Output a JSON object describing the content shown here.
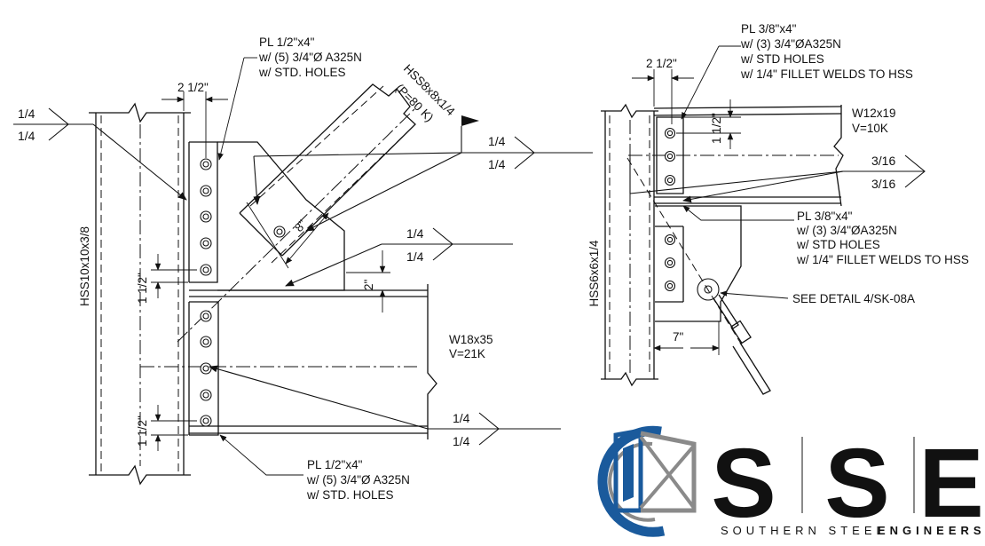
{
  "left_detail": {
    "column_label": "HSS10x10x3/8",
    "brace_label": "HSS8x8x1/4",
    "brace_load": "(P=80 K)",
    "top_plate": [
      "PL 1/2\"x4\"",
      "w/ (5) 3/4\"Ø A325N",
      "w/ STD. HOLES"
    ],
    "bottom_plate": [
      "PL 1/2\"x4\"",
      "w/ (5) 3/4\"Ø A325N",
      "w/ STD. HOLES"
    ],
    "beam_label": "W18x35",
    "beam_shear": "V=21K",
    "dims": {
      "edge_top": "2 1/2\"",
      "spacing_upper": "1 1/2\"",
      "spacing_lower": "1 1/2\"",
      "gusset_gap": "2\"",
      "brace_bolt": "8\""
    },
    "welds": {
      "column_top": [
        "1/4",
        "1/4"
      ],
      "brace": [
        "1/4",
        "1/4"
      ],
      "gusset": [
        "1/4",
        "1/4"
      ],
      "beam_bottom": [
        "1/4",
        "1/4"
      ]
    }
  },
  "right_detail": {
    "column_label": "HSS6x6x1/4",
    "beam_label": "W12x19",
    "beam_shear": "V=10K",
    "top_plate": [
      "PL 3/8\"x4\"",
      "w/ (3) 3/4\"ØA325N",
      "w/ STD HOLES",
      "w/ 1/4\" FILLET WELDS TO HSS"
    ],
    "bottom_plate": [
      "PL 3/8\"x4\"",
      "w/ (3) 3/4\"ØA325N",
      "w/ STD HOLES",
      "w/ 1/4\" FILLET WELDS TO HSS"
    ],
    "detail_ref": "SEE DETAIL 4/SK-08A",
    "dims": {
      "edge_top": "2 1/2\"",
      "spacing": "1 1/2\"",
      "plate_width": "7\""
    },
    "welds": {
      "beam": [
        "3/16",
        "3/16"
      ]
    }
  },
  "logo": {
    "letters": [
      "S",
      "S",
      "E"
    ],
    "tagline_a": "SOUTHERN STEEL",
    "tagline_b": "ENGINEERS",
    "colors": {
      "blue": "#1a5a9c",
      "gray": "#8a8a8a"
    }
  }
}
